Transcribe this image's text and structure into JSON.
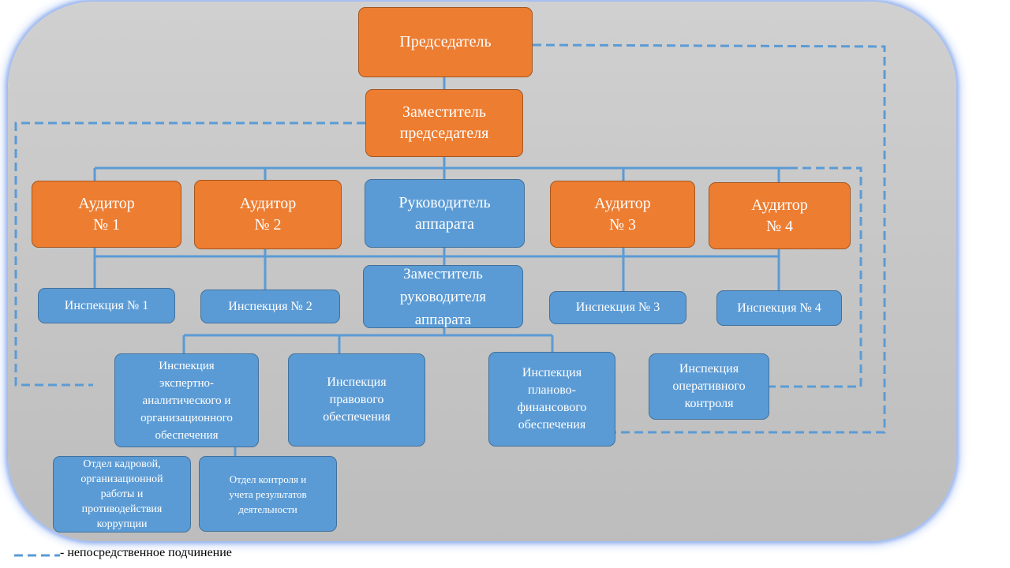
{
  "colors": {
    "accent_orange": "#ed7d31",
    "accent_blue": "#5b9bd5",
    "line_blue": "#5b9bd5"
  },
  "nodes": {
    "chairman": "Председатель",
    "deputy_chairman": "Заместитель\nпредседателя",
    "auditor_1": "Аудитор\n№ 1",
    "auditor_2": "Аудитор\n№ 2",
    "head_of_staff": "Руководитель\nаппарата",
    "auditor_3": "Аудитор\n№ 3",
    "auditor_4": "Аудитор\n№ 4",
    "inspection_1": "Инспекция № 1",
    "inspection_2": "Инспекция № 2",
    "deputy_head_of_staff": "Заместитель\nруководителя\nаппарата",
    "inspection_3": "Инспекция № 3",
    "inspection_4": "Инспекция № 4",
    "inspection_expert": "Инспекция\nэкспертно-\nаналитического и\nорганизационного\nобеспечения",
    "inspection_legal": "Инспекция\nправового\nобеспечения",
    "inspection_finance": "Инспекция\nпланово-\nфинансового\nобеспечения",
    "inspection_operational": "Инспекция\nоперативного\nконтроля",
    "dept_hr": "Отдел кадровой,\nорганизационной\nработы и\nпротиводействия\nкоррупции",
    "dept_control": "Отдел контроля и\nучета результатов\nдеятельности"
  },
  "legend": {
    "text": "- непосредственное подчинение"
  }
}
